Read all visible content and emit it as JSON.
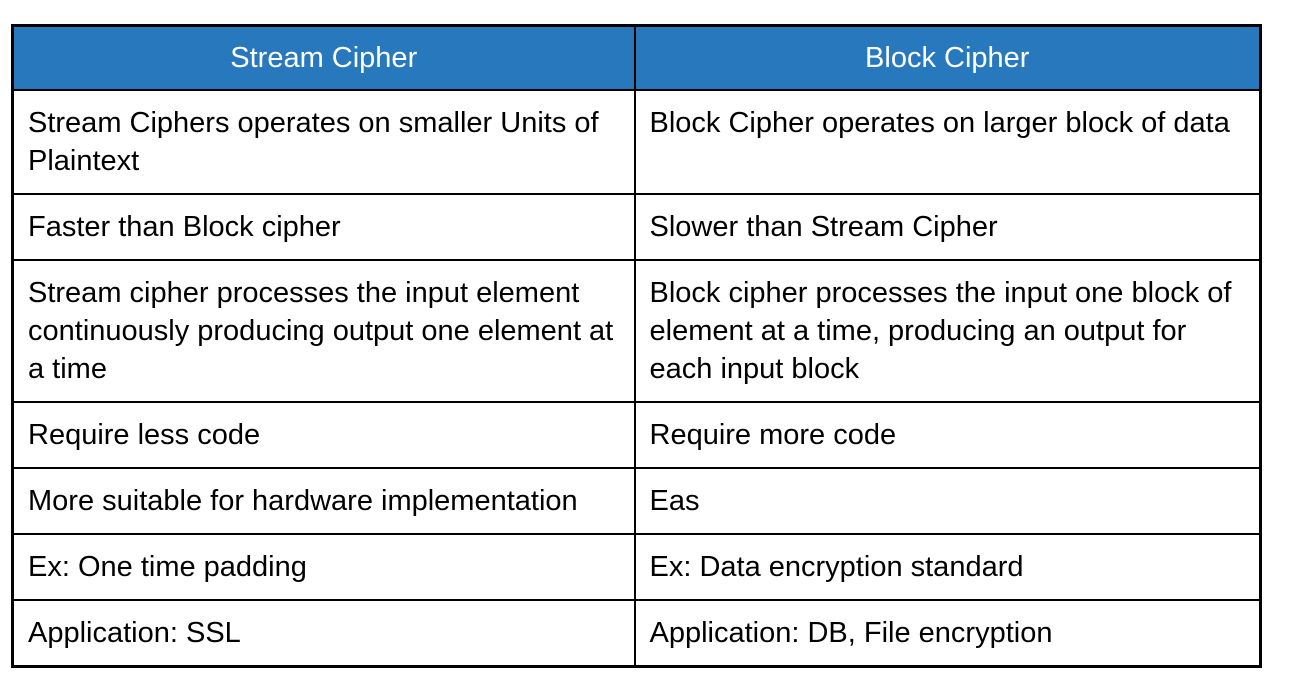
{
  "colors": {
    "header_bg": "#2878be",
    "header_text": "#ffffff",
    "body_text": "#000000",
    "border": "#000000",
    "page_bg": "#ffffff"
  },
  "table": {
    "headers": [
      {
        "label": "Stream Cipher"
      },
      {
        "label": "Block Cipher"
      }
    ],
    "rows": [
      {
        "stream": "Stream Ciphers operates on smaller Units of Plaintext",
        "block": "Block Cipher operates on larger block of data"
      },
      {
        "stream": "Faster than Block cipher",
        "block": "Slower than Stream Cipher"
      },
      {
        "stream": "Stream cipher processes the input element continuously producing output one element at a time",
        "block": "Block cipher processes the input one block of element at a time, producing an output for each input block"
      },
      {
        "stream": "Require less code",
        "block": "Require more code"
      },
      {
        "stream": "More suitable for hardware implementation",
        "block": "Eas"
      },
      {
        "stream": "Ex: One time padding",
        "block": "Ex: Data encryption standard"
      },
      {
        "stream": "Application: SSL",
        "block": "Application: DB, File encryption"
      }
    ]
  }
}
